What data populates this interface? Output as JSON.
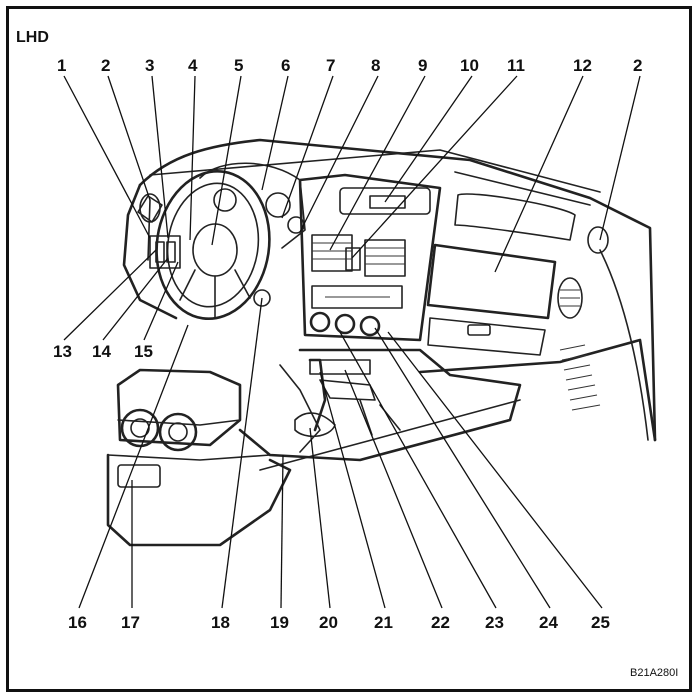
{
  "corner_label": "LHD",
  "figure_code": "B21A280I",
  "top_callouts": [
    "1",
    "2",
    "3",
    "4",
    "5",
    "6",
    "7",
    "8",
    "9",
    "10",
    "11",
    "12",
    "2"
  ],
  "left_callouts": [
    "13",
    "14",
    "15"
  ],
  "bottom_callouts": [
    "16",
    "17",
    "18",
    "19",
    "20",
    "21",
    "22",
    "23",
    "24",
    "25"
  ]
}
